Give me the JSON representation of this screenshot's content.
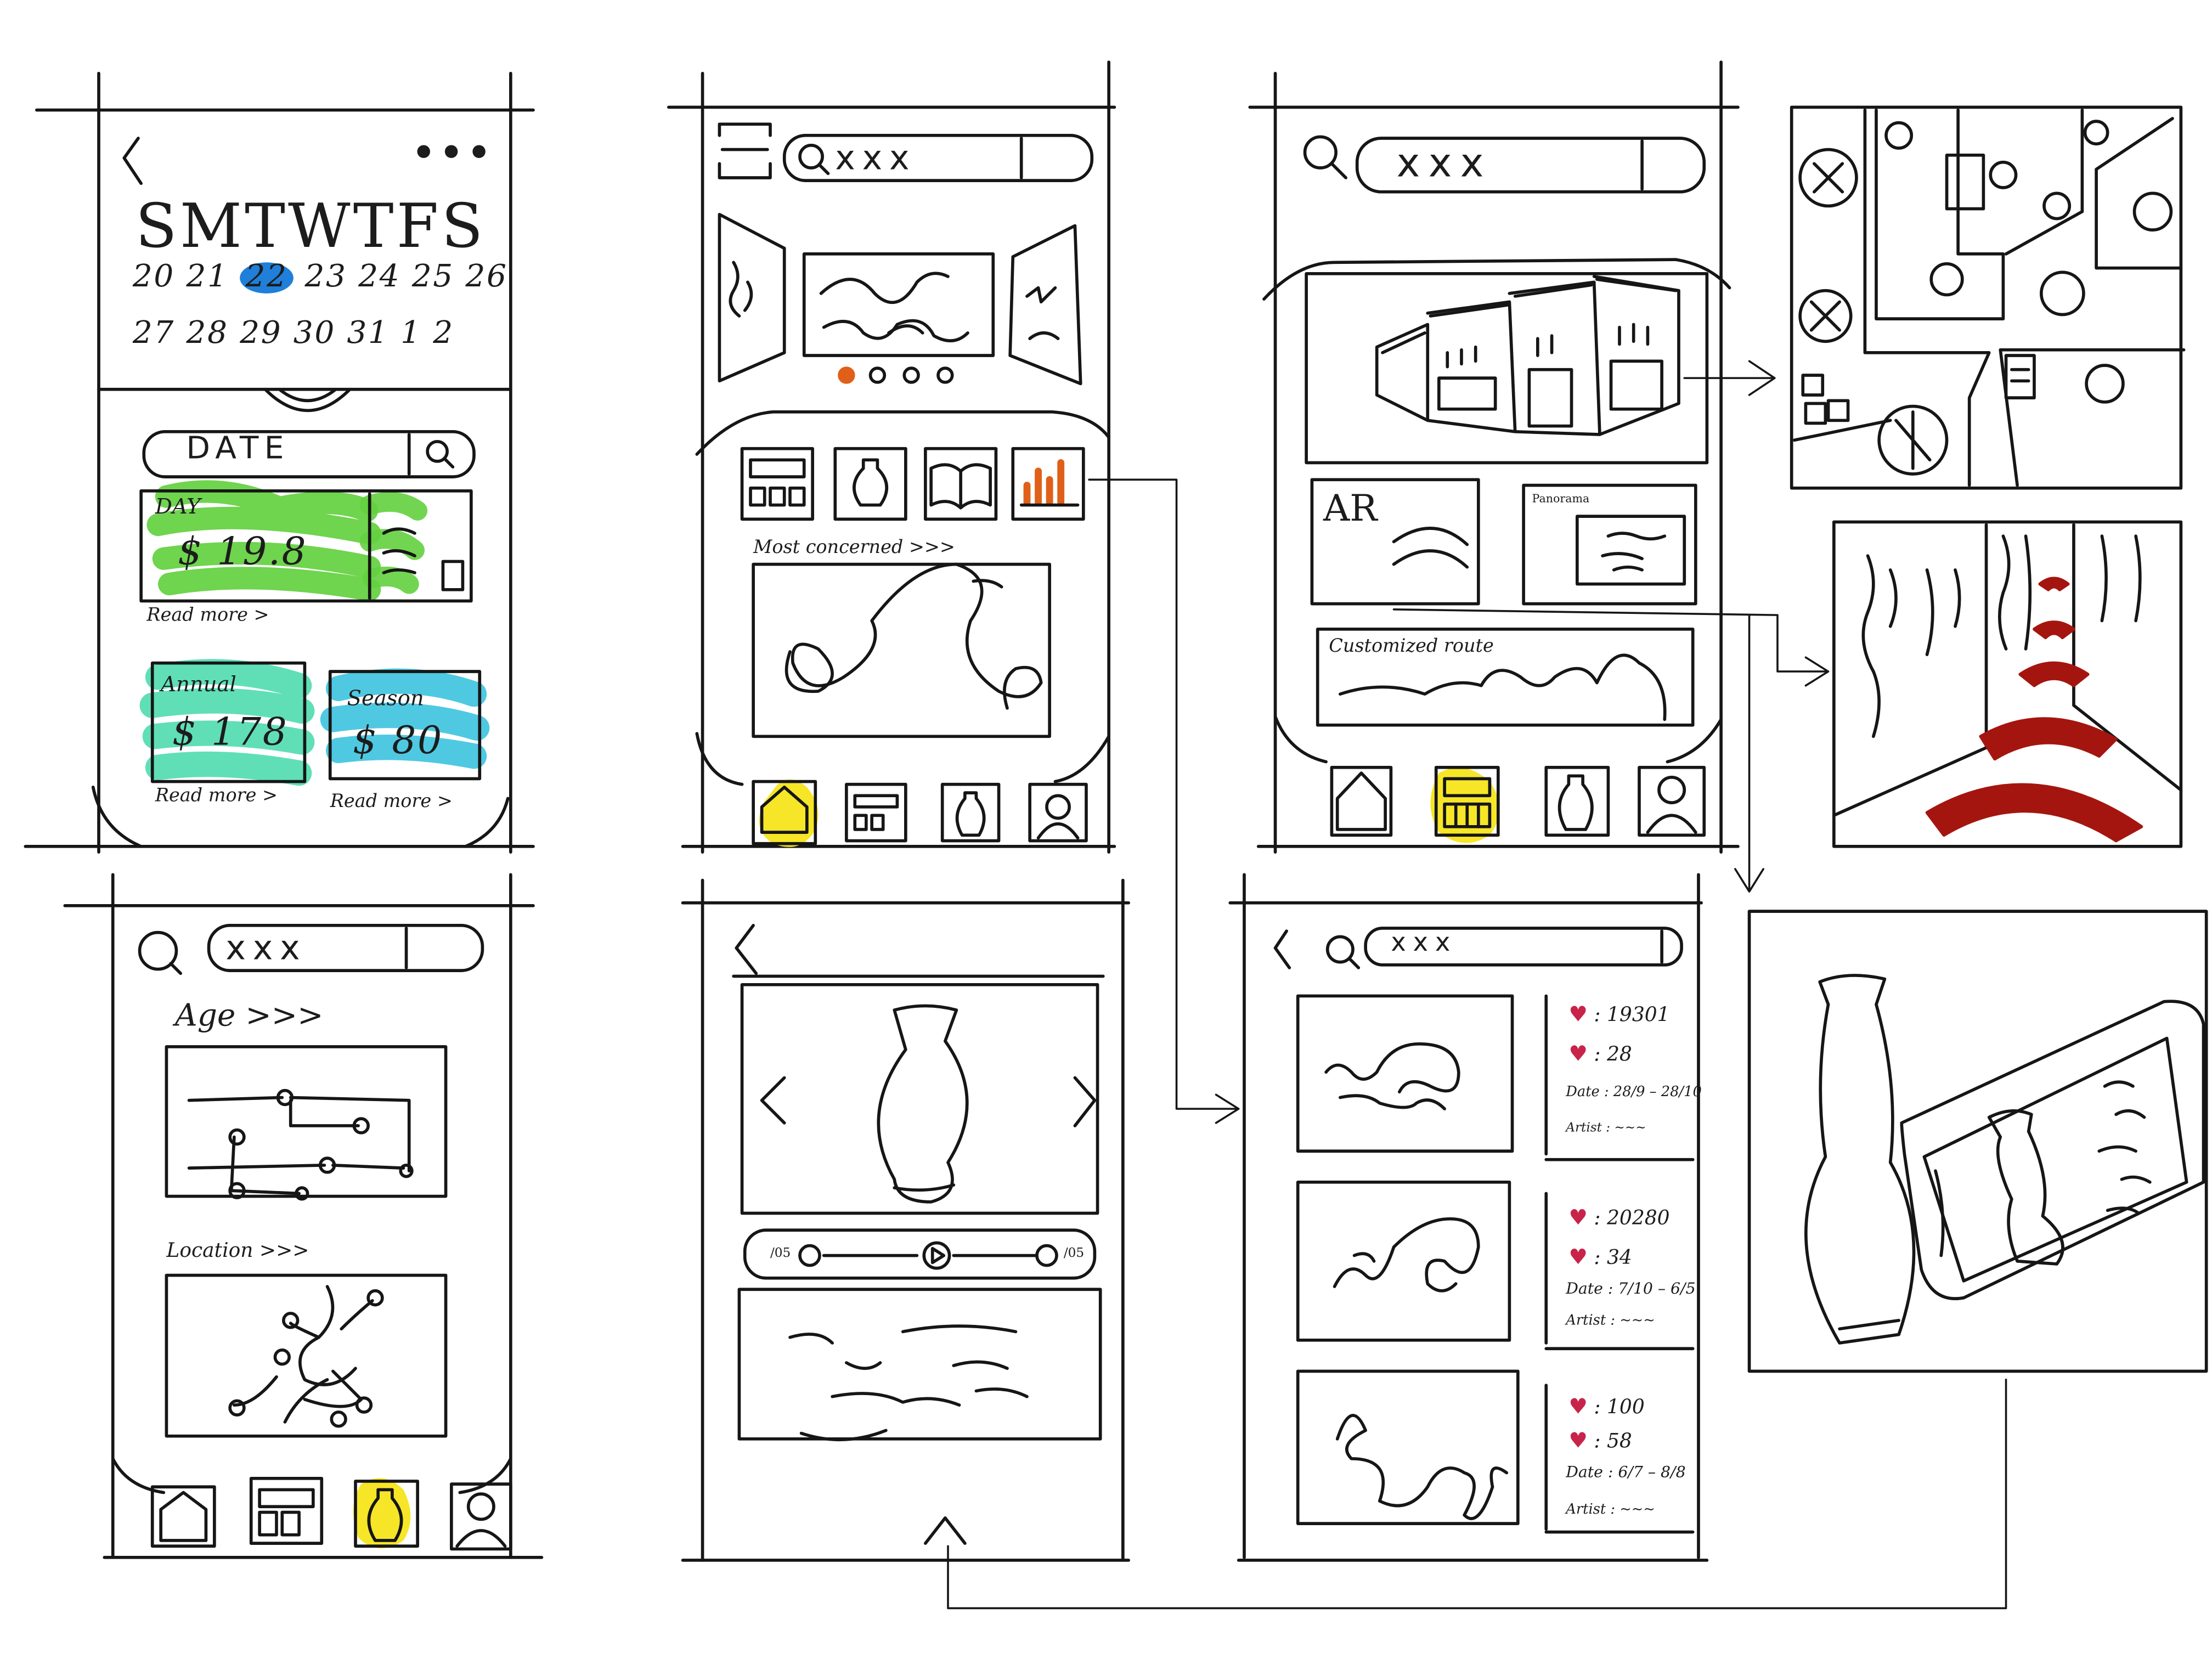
{
  "calendar": {
    "weekdays": "SMTWTFS",
    "row1": {
      "before": "20 21",
      "selected": "22",
      "after": "23 24 25 26"
    },
    "row2": "27 28 29 30 31 1 2",
    "more_glyph": "•••"
  },
  "search_placeholder": "xxx",
  "date_search_label": "DATE",
  "cards": {
    "day": {
      "label": "DAY",
      "value": "$ 19.8",
      "read_more": "Read more >"
    },
    "annual": {
      "label": "Annual",
      "value": "$ 178",
      "read_more": "Read more >"
    },
    "season": {
      "label": "Season",
      "value": "$ 80",
      "read_more": "Read more >"
    }
  },
  "home_screen": {
    "section_label": "Most concerned >>>"
  },
  "explore_screen": {
    "ar_label": "AR",
    "panorama_label": "Panorama",
    "route_label": "Customized route"
  },
  "filter_screen": {
    "age_label": "Age >>>",
    "location_label": "Location >>>"
  },
  "player": {
    "time_start": "/05",
    "time_end": "/05"
  },
  "artworks": [
    {
      "likes": "19301",
      "dislikes": "28",
      "date": "Date : 28/9 – 28/10",
      "artist": "Artist : ~~~ "
    },
    {
      "likes": "20280",
      "dislikes": "34",
      "date": "Date : 7/10 – 6/5",
      "artist": "Artist : ~~~ "
    },
    {
      "likes": "100",
      "dislikes": "58",
      "date": "Date : 6/7 – 8/8",
      "artist": "Artist : ~~~ "
    }
  ],
  "colors": {
    "ink": "#161616",
    "highlight_yellow": "#f5e51b",
    "day_green": "#63d13f",
    "annual_teal": "#4fdcb0",
    "season_cyan": "#3cc4df",
    "calendar_blue": "#1f7fd9",
    "chart_orange": "#e0601a",
    "heart_red": "#c8244a",
    "ar_arrow_red": "#a5150f"
  }
}
